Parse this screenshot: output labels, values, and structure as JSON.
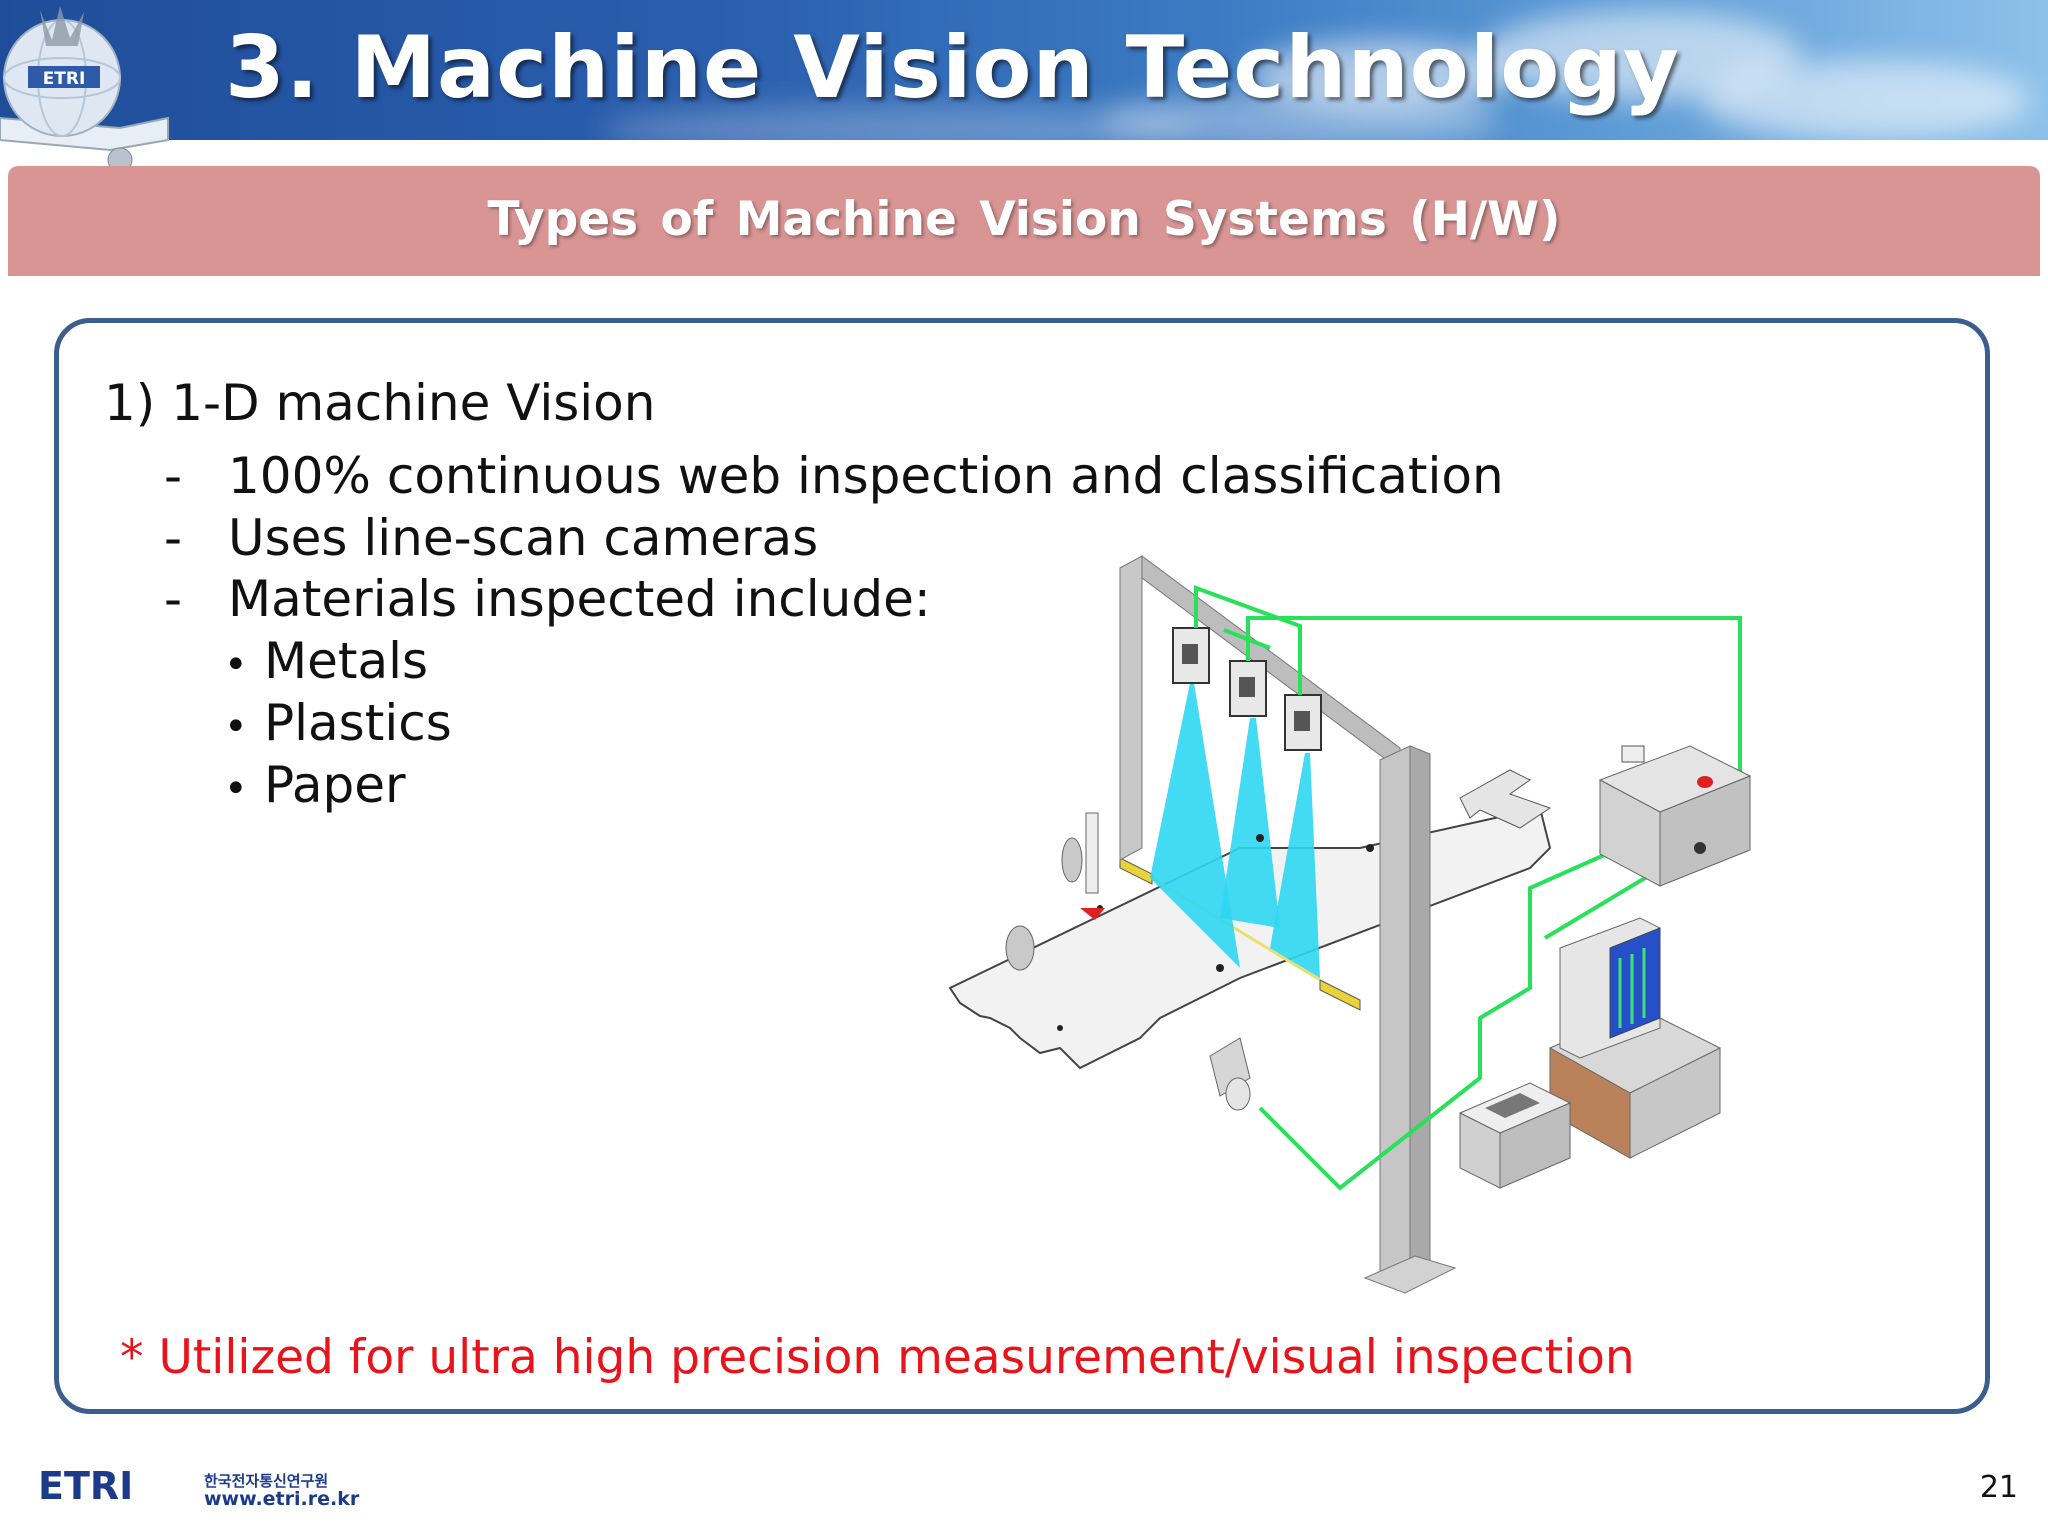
{
  "header": {
    "title": "3. Machine Vision Technology",
    "logo_text": "ETRI",
    "colors": {
      "band_start": "#1f4d9a",
      "band_end": "#8ec1ea"
    }
  },
  "subtitle": {
    "text": "Types of Machine Vision Systems (H/W)",
    "color": "#d99594"
  },
  "content": {
    "heading": "1)  1-D machine Vision",
    "dash_items": [
      "100% continuous web inspection and classification",
      "Uses line-scan cameras",
      "Materials inspected include:"
    ],
    "dash_marker": "-",
    "bullet_marker": "•",
    "bullet_items": [
      "Metals",
      "Plastics",
      "Paper"
    ],
    "note": "* Utilized for ultra high precision measurement/visual inspection",
    "note_color": "#e8141c"
  },
  "footer": {
    "logo_text": "ETRI",
    "korean": "한국전자통신연구원",
    "url": "www.etri.re.kr",
    "page_number": "21"
  }
}
